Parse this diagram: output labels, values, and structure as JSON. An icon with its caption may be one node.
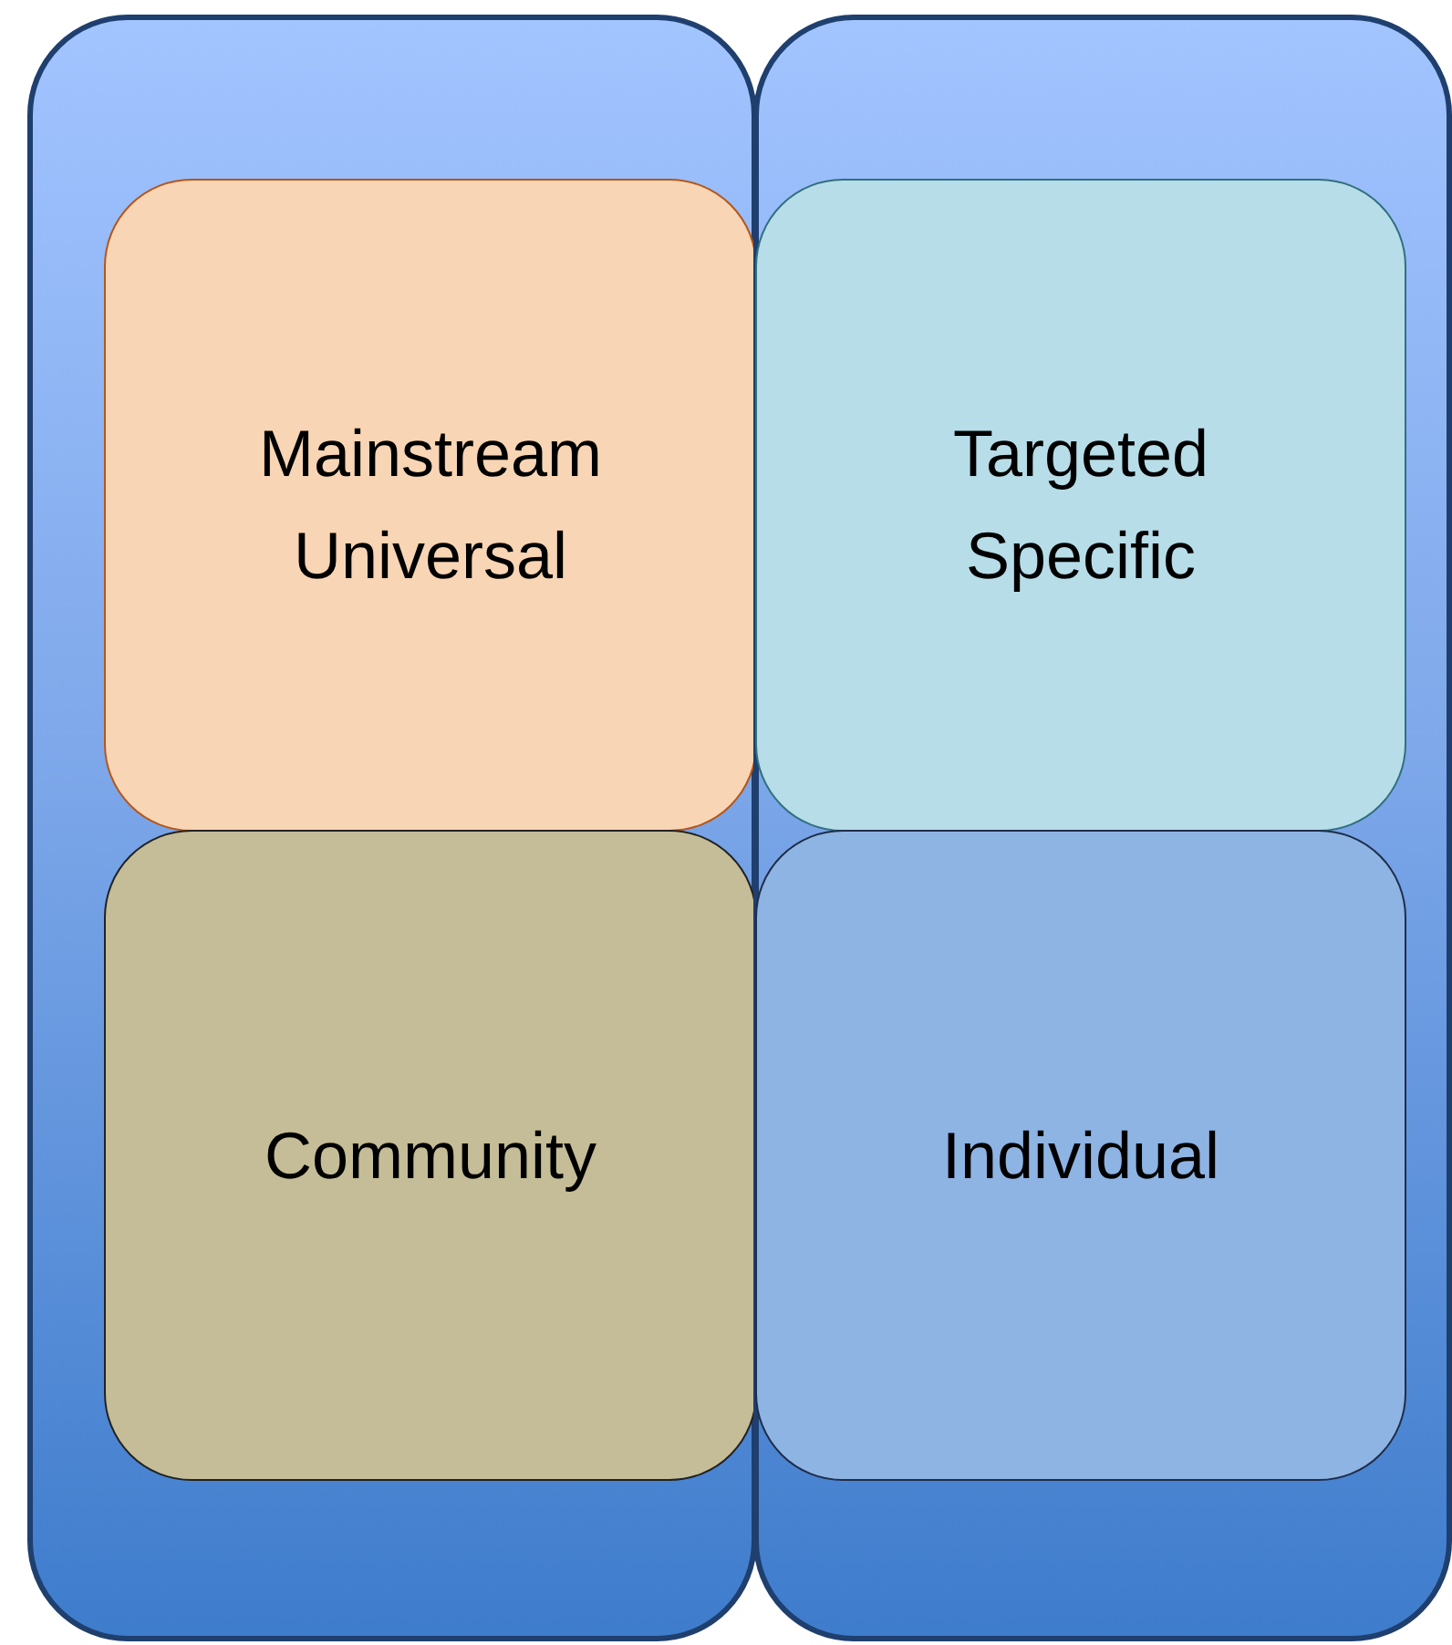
{
  "diagram": {
    "nodes": [
      {
        "text": [],
        "shape": "box"
      },
      {
        "text": [],
        "shape": "box"
      },
      {
        "text": [
          "Mainstream Universal"
        ],
        "in": 0
      },
      {
        "text": [
          "Targeted Specific"
        ],
        "in": 1
      },
      {
        "text": [
          "Community"
        ],
        "in": 0
      },
      {
        "text": [
          "Individual"
        ],
        "in": 1
      }
    ]
  }
}
